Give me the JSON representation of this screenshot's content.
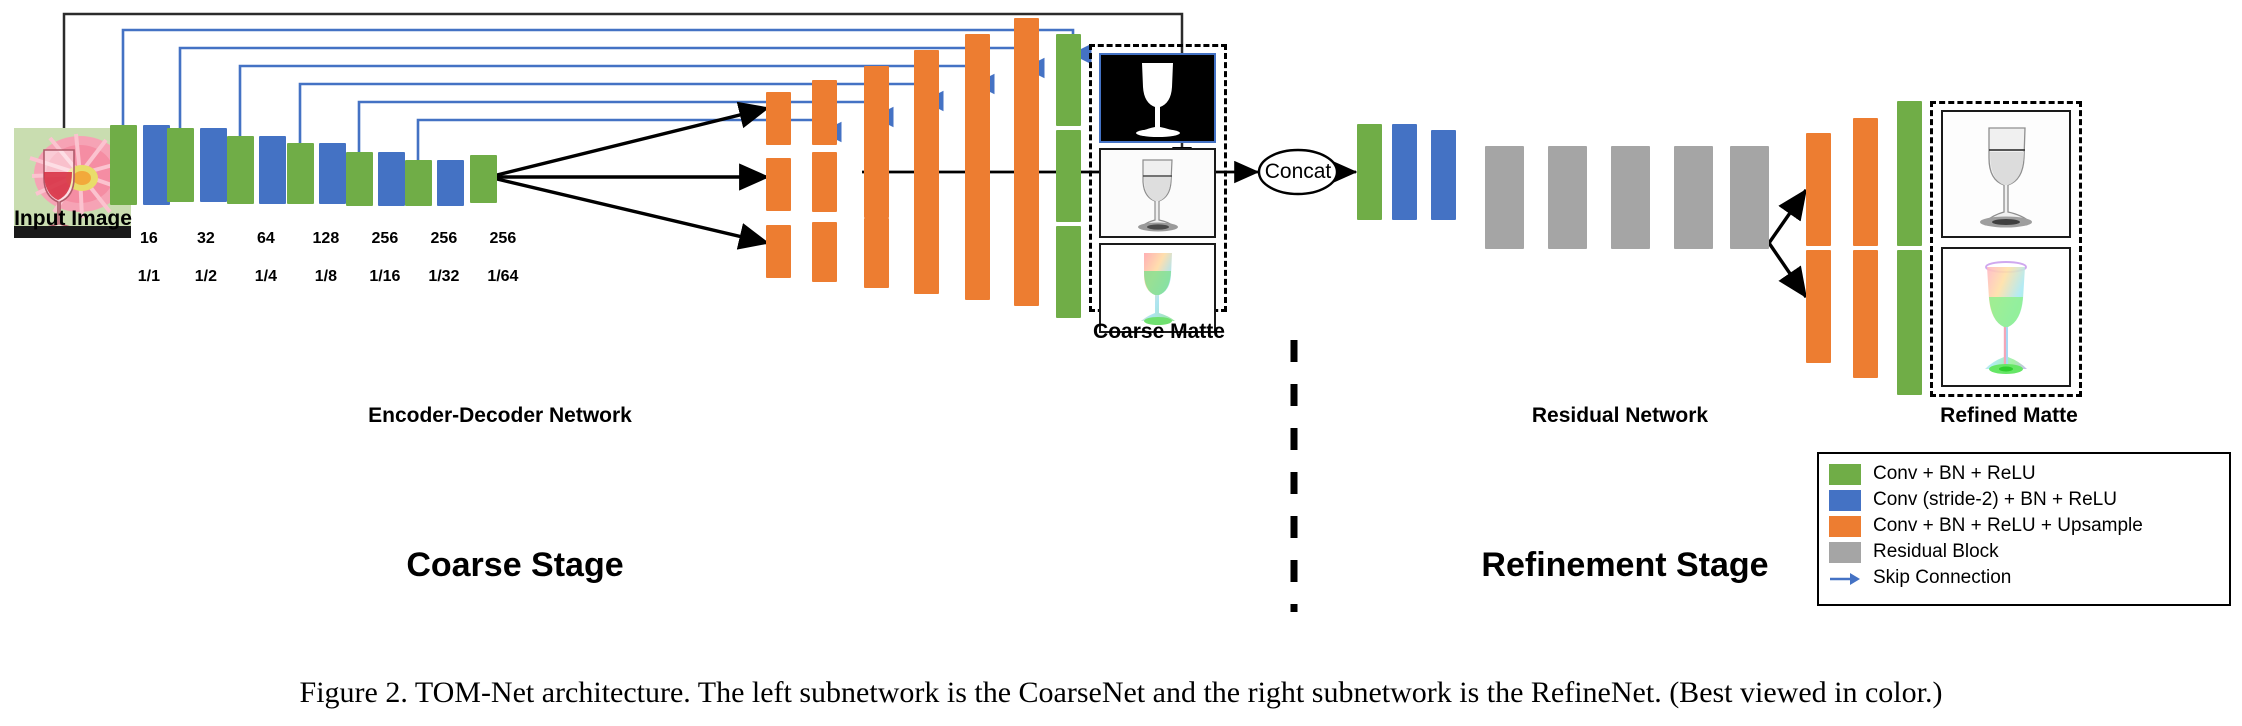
{
  "figure": {
    "caption": "Figure 2. TOM-Net architecture. The left subnetwork is the CoarseNet and the right subnetwork is the RefineNet. (Best viewed in color.)"
  },
  "colors": {
    "conv_bn_relu": "#70ad47",
    "conv_stride2": "#4472c4",
    "conv_upsample": "#ed7d31",
    "residual_block": "#a5a5a5",
    "skip_connection": "#4472c4",
    "arrow": "#000000",
    "frame": "#000000"
  },
  "labels": {
    "input_image": "Input Image",
    "encoder_decoder": "Encoder-Decoder Network",
    "coarse_matte": "Coarse Matte",
    "residual_network": "Residual Network",
    "refined_matte": "Refined Matte",
    "coarse_stage": "Coarse Stage",
    "refinement_stage": "Refinement Stage",
    "concat": "Concat"
  },
  "encoder_blocks": [
    {
      "channels": "16",
      "scale": "1/1"
    },
    {
      "channels": "32",
      "scale": "1/2"
    },
    {
      "channels": "64",
      "scale": "1/4"
    },
    {
      "channels": "128",
      "scale": "1/8"
    },
    {
      "channels": "256",
      "scale": "1/16"
    },
    {
      "channels": "256",
      "scale": "1/32"
    },
    {
      "channels": "256",
      "scale": "1/64"
    }
  ],
  "legend": {
    "items": [
      {
        "label": "Conv + BN + ReLU",
        "swatch": "#70ad47",
        "type": "square"
      },
      {
        "label": "Conv (stride-2) + BN + ReLU",
        "swatch": "#4472c4",
        "type": "square"
      },
      {
        "label": "Conv + BN + ReLU + Upsample",
        "swatch": "#ed7d31",
        "type": "square"
      },
      {
        "label": "Residual Block",
        "swatch": "#a5a5a5",
        "type": "square"
      },
      {
        "label": "Skip Connection",
        "swatch": "#4472c4",
        "type": "arrow"
      }
    ]
  }
}
